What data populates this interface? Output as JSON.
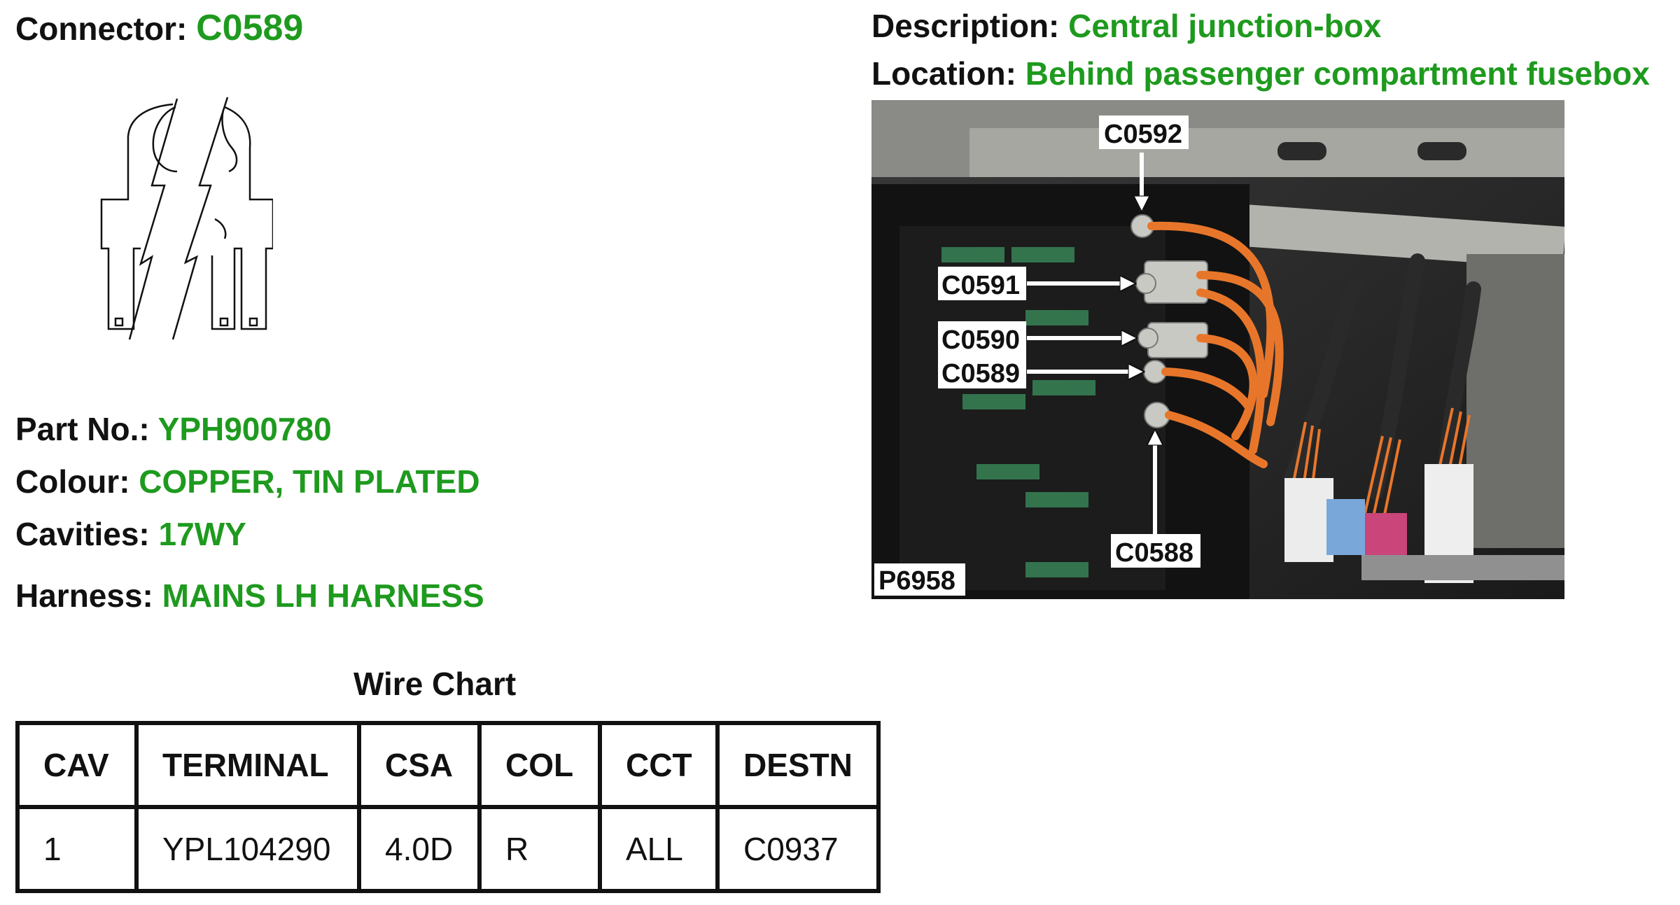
{
  "connector": {
    "label": "Connector:",
    "value": "C0589"
  },
  "description": {
    "label": "Description:",
    "value": "Central junction-box"
  },
  "location": {
    "label": "Location:",
    "value": "Behind passenger compartment fusebox"
  },
  "part_no": {
    "label": "Part No.:",
    "value": "YPH900780"
  },
  "colour": {
    "label": "Colour:",
    "value": "COPPER, TIN PLATED"
  },
  "cavities": {
    "label": "Cavities:",
    "value": "17WY"
  },
  "harness": {
    "label": "Harness:",
    "value": "MAINS LH HARNESS"
  },
  "wire_chart": {
    "title": "Wire Chart",
    "headers": [
      "CAV",
      "TERMINAL",
      "CSA",
      "COL",
      "CCT",
      "DESTN"
    ],
    "rows": [
      [
        "1",
        "YPL104290",
        "4.0D",
        "R",
        "ALL",
        "C0937"
      ]
    ]
  },
  "photo": {
    "callouts": [
      "C0592",
      "C0591",
      "C0590",
      "C0589",
      "C0588"
    ],
    "ref": "P6958"
  },
  "colors": {
    "value_green": "#1e9a1e",
    "wire_orange": "#e8762a"
  }
}
